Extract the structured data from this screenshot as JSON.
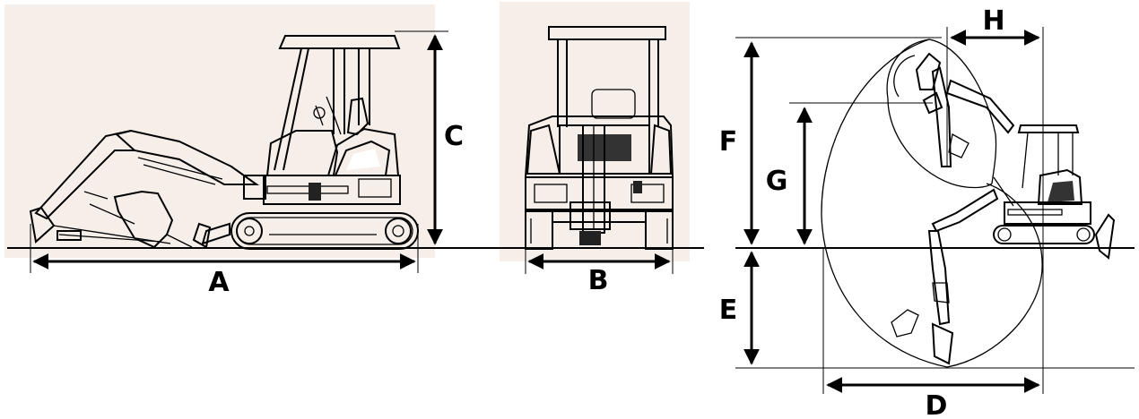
{
  "dimension_labels": {
    "a": "A",
    "b": "B",
    "c": "C",
    "d": "D",
    "e": "E",
    "f": "F",
    "g": "G",
    "h": "H"
  },
  "colors": {
    "panel_background": "#f6eee9",
    "line": "#000000"
  }
}
